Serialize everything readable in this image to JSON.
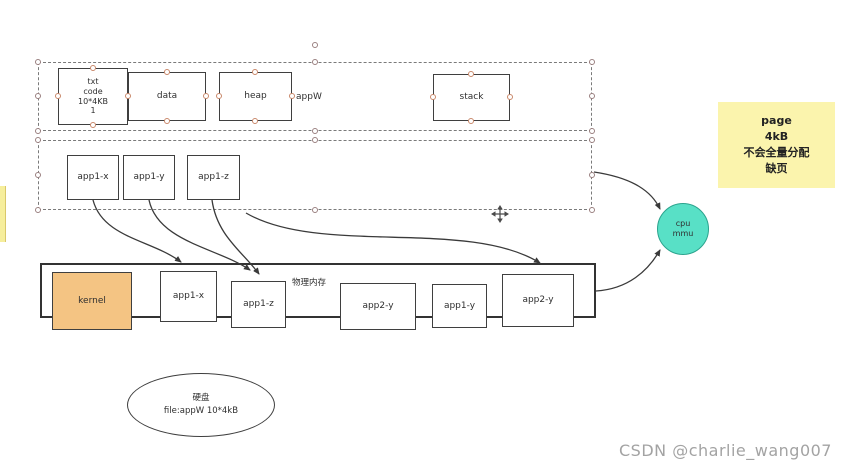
{
  "canvas": {
    "segments": {
      "txt_code": "txt\ncode\n10*4KB\n1",
      "data": "data",
      "heap": "heap",
      "appw": "appW",
      "stack": "stack"
    },
    "pages": {
      "app1x": "app1-x",
      "app1y": "app1-y",
      "app1z": "app1-z"
    },
    "physical": {
      "title": "物理内存",
      "kernel": "kernel",
      "slot1": "app1-x",
      "slot2": "app1-z",
      "slot3": "app2-y",
      "slot4": "app1-y",
      "slot5": "app2-y"
    },
    "disk": "硬盘\nfile:appW  10*4kB",
    "note": "page\n4kB\n不会全量分配\n缺页",
    "cpu": "cpu\nmmu"
  },
  "watermark": "CSDN @charlie_wang007"
}
